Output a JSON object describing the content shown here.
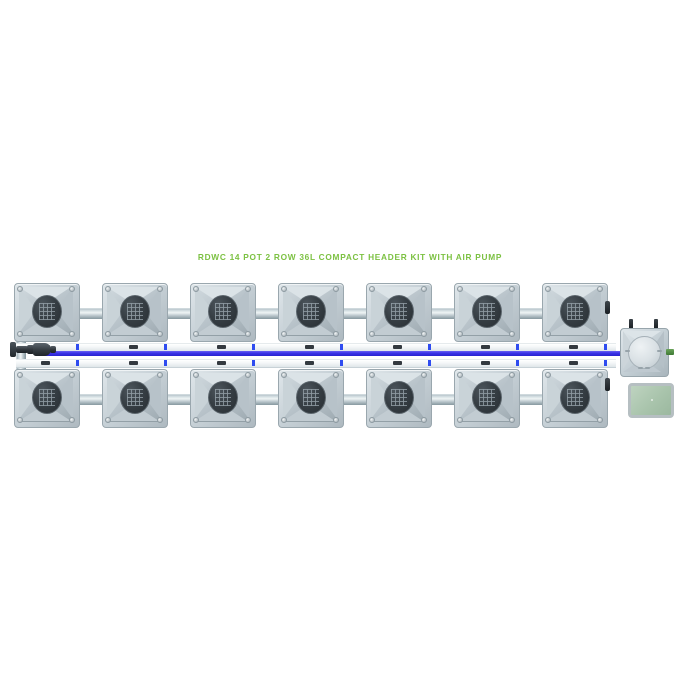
{
  "product": {
    "title": "RDWC 14 POT 2 ROW 36L COMPACT HEADER KIT WITH AIR PUMP",
    "title_color": "#7cc142",
    "background_color": "#ffffff",
    "pot_count": 14,
    "rows": 2,
    "pots_per_row": 7,
    "volume_label": "36L"
  },
  "colors": {
    "pot_grey": "#c6d0d6",
    "pot_hole_dark": "#373f45",
    "pipe_grey": "#d9e3e6",
    "air_line_blue": "#3a33e8",
    "rail_tick_blue": "#2f4cf0",
    "connector_black": "#33393f",
    "air_pump_green": "#a9c4ac",
    "outlet_green": "#4f8c40"
  },
  "rows": {
    "top": {
      "name": "top-pot-row",
      "pots": [
        {
          "label": "pot-1"
        },
        {
          "label": "pot-2"
        },
        {
          "label": "pot-3"
        },
        {
          "label": "pot-4"
        },
        {
          "label": "pot-5"
        },
        {
          "label": "pot-6"
        },
        {
          "label": "pot-7"
        }
      ]
    },
    "bottom": {
      "name": "bottom-pot-row",
      "pots": [
        {
          "label": "pot-8"
        },
        {
          "label": "pot-9"
        },
        {
          "label": "pot-10"
        },
        {
          "label": "pot-11"
        },
        {
          "label": "pot-12"
        },
        {
          "label": "pot-13"
        },
        {
          "label": "pot-14"
        }
      ]
    }
  },
  "components": {
    "left_manifold": "left-vertical-manifold-pipe",
    "inlet_valve": "inlet-valve-fitting",
    "air_line": "air-distribution-line",
    "control_module": "compact-header-control-module",
    "air_pump": "air-pump-unit",
    "top_header_rail": "top-header-rail",
    "bottom_header_rail": "bottom-header-rail"
  }
}
